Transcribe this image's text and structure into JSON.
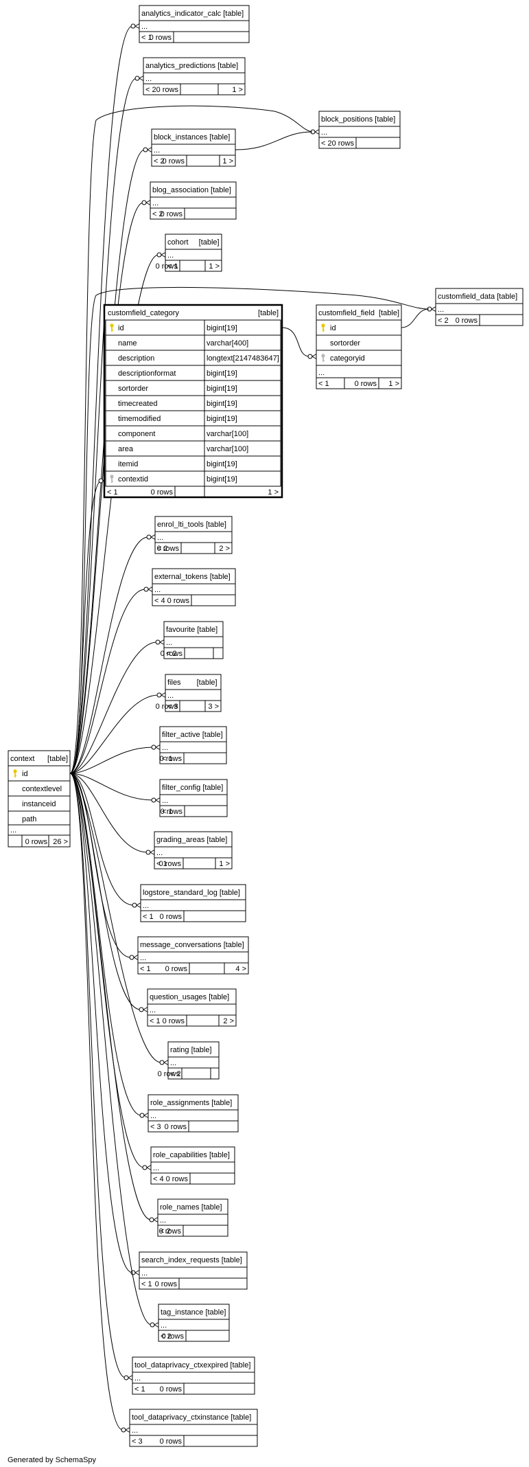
{
  "footer": "Generated by SchemaSpy",
  "table_tag": "[table]",
  "main_table": {
    "name": "context",
    "columns": [
      {
        "name": "id",
        "key": "primary"
      },
      {
        "name": "contextlevel"
      },
      {
        "name": "instanceid"
      },
      {
        "name": "path"
      }
    ],
    "ellipsis": "...",
    "footer": {
      "parents": "",
      "rows": "0 rows",
      "children": "26 >"
    }
  },
  "detail_tables": [
    {
      "name": "customfield_category",
      "columns": [
        {
          "name": "id",
          "type": "bigint[19]",
          "key": "primary"
        },
        {
          "name": "name",
          "type": "varchar[400]"
        },
        {
          "name": "description",
          "type": "longtext[2147483647]"
        },
        {
          "name": "descriptionformat",
          "type": "bigint[19]"
        },
        {
          "name": "sortorder",
          "type": "bigint[19]"
        },
        {
          "name": "timecreated",
          "type": "bigint[19]"
        },
        {
          "name": "timemodified",
          "type": "bigint[19]"
        },
        {
          "name": "component",
          "type": "varchar[100]"
        },
        {
          "name": "area",
          "type": "varchar[100]"
        },
        {
          "name": "itemid",
          "type": "bigint[19]"
        },
        {
          "name": "contextid",
          "type": "bigint[19]",
          "key": "foreign"
        }
      ],
      "footer": {
        "parents": "< 1",
        "rows": "0 rows",
        "children": "1 >"
      }
    },
    {
      "name": "customfield_field",
      "columns": [
        {
          "name": "id",
          "key": "primary"
        },
        {
          "name": "sortorder"
        },
        {
          "name": "categoryid",
          "key": "foreign"
        }
      ],
      "ellipsis": "...",
      "footer": {
        "parents": "< 1",
        "rows": "0 rows",
        "children": "1 >"
      }
    }
  ],
  "summary_tables": [
    {
      "name": "analytics_indicator_calc",
      "ellipsis": "...",
      "parents": "< 1",
      "rows": "0 rows",
      "children": ""
    },
    {
      "name": "analytics_predictions",
      "ellipsis": "...",
      "parents": "< 2",
      "rows": "0 rows",
      "children": "1 >"
    },
    {
      "name": "block_instances",
      "ellipsis": "...",
      "parents": "< 2",
      "rows": "0 rows",
      "children": "1 >"
    },
    {
      "name": "block_positions",
      "ellipsis": "...",
      "parents": "< 2",
      "rows": "0 rows",
      "children": ""
    },
    {
      "name": "blog_association",
      "ellipsis": "...",
      "parents": "< 2",
      "rows": "0 rows",
      "children": ""
    },
    {
      "name": "cohort",
      "ellipsis": "...",
      "parents": "< 1",
      "rows": "0 rows",
      "children": "1 >"
    },
    {
      "name": "customfield_data",
      "ellipsis": "...",
      "parents": "< 2",
      "rows": "0 rows",
      "children": ""
    },
    {
      "name": "enrol_lti_tools",
      "ellipsis": "...",
      "parents": "< 2",
      "rows": "0 rows",
      "children": "2 >"
    },
    {
      "name": "external_tokens",
      "ellipsis": "...",
      "parents": "< 4",
      "rows": "0 rows",
      "children": ""
    },
    {
      "name": "favourite",
      "ellipsis": "...",
      "parents": "< 2",
      "rows": "0 rows",
      "children": ""
    },
    {
      "name": "files",
      "ellipsis": "...",
      "parents": "< 3",
      "rows": "0 rows",
      "children": "3 >"
    },
    {
      "name": "filter_active",
      "ellipsis": "...",
      "parents": "< 1",
      "rows": "0 rows",
      "children": ""
    },
    {
      "name": "filter_config",
      "ellipsis": "...",
      "parents": "< 1",
      "rows": "0 rows",
      "children": ""
    },
    {
      "name": "grading_areas",
      "ellipsis": "...",
      "parents": "< 1",
      "rows": "0 rows",
      "children": "1 >"
    },
    {
      "name": "logstore_standard_log",
      "ellipsis": "...",
      "parents": "< 1",
      "rows": "0 rows",
      "children": ""
    },
    {
      "name": "message_conversations",
      "ellipsis": "...",
      "parents": "< 1",
      "rows": "0 rows",
      "children": "4 >"
    },
    {
      "name": "question_usages",
      "ellipsis": "...",
      "parents": "< 1",
      "rows": "0 rows",
      "children": "2 >"
    },
    {
      "name": "rating",
      "ellipsis": "...",
      "parents": "< 2",
      "rows": "0 rows",
      "children": ""
    },
    {
      "name": "role_assignments",
      "ellipsis": "...",
      "parents": "< 3",
      "rows": "0 rows",
      "children": ""
    },
    {
      "name": "role_capabilities",
      "ellipsis": "...",
      "parents": "< 4",
      "rows": "0 rows",
      "children": ""
    },
    {
      "name": "role_names",
      "ellipsis": "...",
      "parents": "< 2",
      "rows": "0 rows",
      "children": ""
    },
    {
      "name": "search_index_requests",
      "ellipsis": "...",
      "parents": "< 1",
      "rows": "0 rows",
      "children": ""
    },
    {
      "name": "tag_instance",
      "ellipsis": "...",
      "parents": "< 2",
      "rows": "0 rows",
      "children": ""
    },
    {
      "name": "tool_dataprivacy_ctxexpired",
      "ellipsis": "...",
      "parents": "< 1",
      "rows": "0 rows",
      "children": ""
    },
    {
      "name": "tool_dataprivacy_ctxinstance",
      "ellipsis": "...",
      "parents": "< 3",
      "rows": "0 rows",
      "children": ""
    }
  ]
}
